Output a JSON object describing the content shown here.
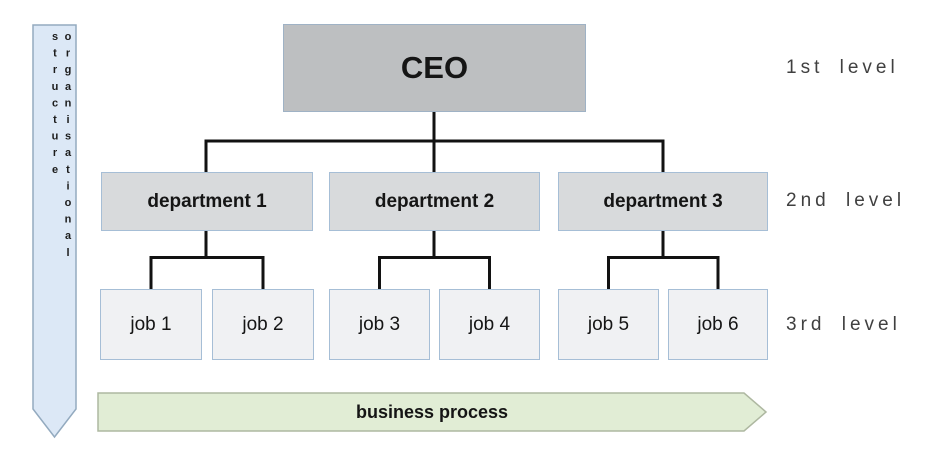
{
  "org_arrow": {
    "label": "organisational structure"
  },
  "nodes": {
    "ceo": "CEO",
    "departments": [
      "department 1",
      "department 2",
      "department 3"
    ],
    "jobs": [
      "job 1",
      "job 2",
      "job 3",
      "job 4",
      "job 5",
      "job 6"
    ]
  },
  "levels": [
    "1st level",
    "2nd level",
    "3rd level"
  ],
  "process_arrow": {
    "label": "business process"
  },
  "colors": {
    "ceo_fill": "#bdbfc1",
    "department_fill": "#d8dadc",
    "job_fill": "#f0f1f3",
    "box_border": "#a6bed6",
    "org_arrow_fill": "#dce8f6",
    "org_arrow_border": "#93aabf",
    "process_arrow_fill": "#e1edd5",
    "process_arrow_border": "#aeb8a1",
    "connector_line": "#121212",
    "level_text": "#404040"
  }
}
